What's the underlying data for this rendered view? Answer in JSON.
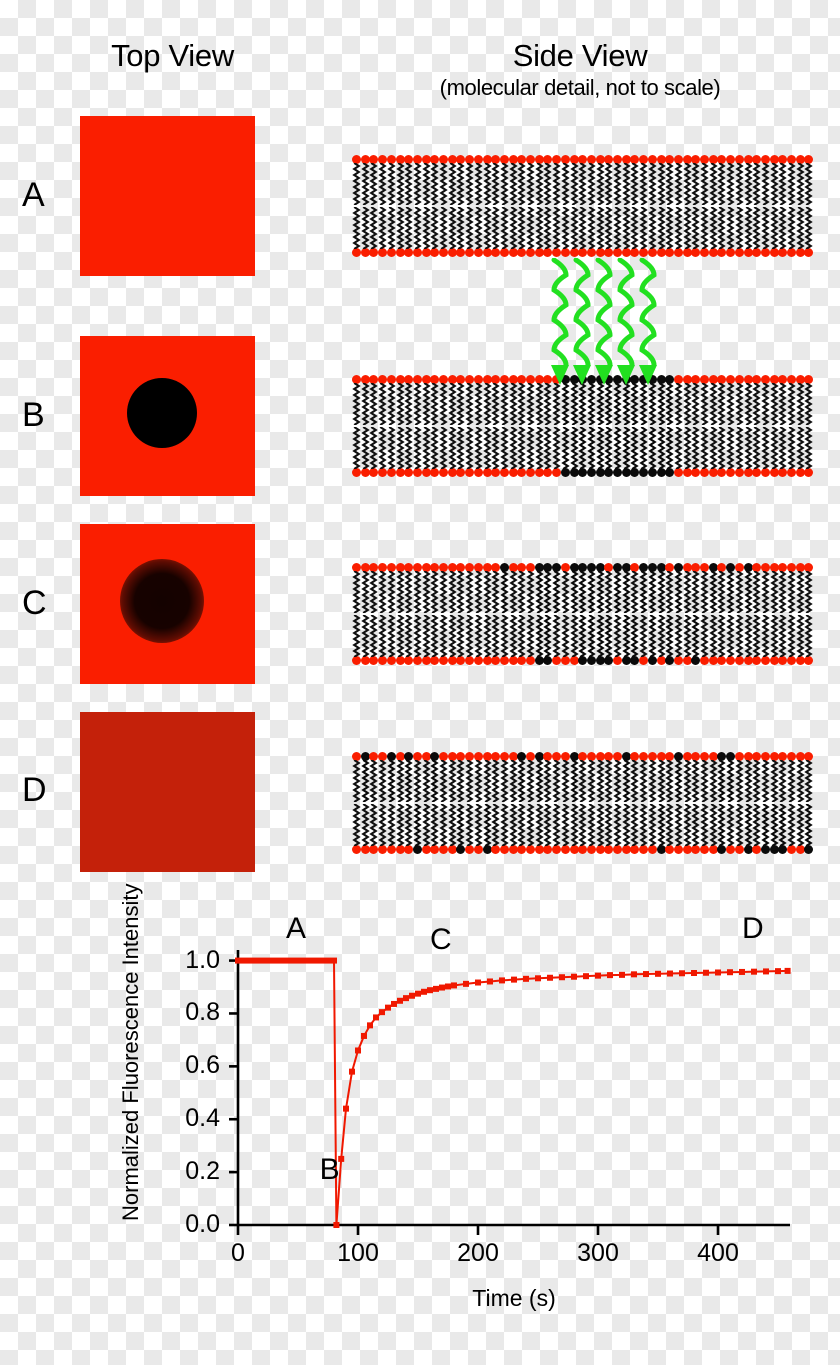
{
  "headers": {
    "top_view": "Top View",
    "side_view": "Side View",
    "side_view_sub": "(molecular detail, not to scale)"
  },
  "colors": {
    "lipid_head_red": "#FA1E00",
    "lipid_head_black": "#0A0A0A",
    "tail_black": "#111111",
    "square_bright_red": "#FA1E00",
    "square_recovered_red": "#C4210A",
    "bleach_spot_black": "#000000",
    "laser_green": "#22E020",
    "curve_red": "#F01800",
    "axis_black": "#000000"
  },
  "rows": [
    {
      "label": "A",
      "state": "pre-bleach",
      "top_view": {
        "square_color": "#FA1E00",
        "spot": "none"
      },
      "membrane": {
        "bleached_mode": "none",
        "laser": false
      }
    },
    {
      "label": "B",
      "state": "bleaching",
      "top_view": {
        "square_color": "#FA1E00",
        "spot": "sharp-black-circle"
      },
      "membrane": {
        "bleached_mode": "center-patch",
        "laser": true
      }
    },
    {
      "label": "C",
      "state": "recovering",
      "top_view": {
        "square_color": "#FA1E00",
        "spot": "blurred-dark-circle"
      },
      "membrane": {
        "bleached_mode": "diffusing",
        "laser": false
      }
    },
    {
      "label": "D",
      "state": "recovered",
      "top_view": {
        "square_color": "#C4210A",
        "spot": "none"
      },
      "membrane": {
        "bleached_mode": "uniform-mixed",
        "laser": false
      }
    }
  ],
  "laser": {
    "name": "bleaching-laser",
    "arrow_count": 5,
    "direction": "down"
  },
  "chart_data": {
    "type": "line",
    "title": "",
    "xlabel": "Time (s)",
    "ylabel": "Normalized Fluorescence Intensity",
    "xlim": [
      0,
      460
    ],
    "ylim": [
      0.0,
      1.04
    ],
    "xticks": [
      0,
      100,
      200,
      300,
      400
    ],
    "xticklabels": [
      "0",
      "100",
      "200",
      "300",
      "400"
    ],
    "yticks": [
      0.0,
      0.2,
      0.4,
      0.6,
      0.8,
      1.0
    ],
    "yticklabels": [
      "0.0",
      "0.2",
      "0.4",
      "0.6",
      "0.8",
      "1.0"
    ],
    "grid": false,
    "legend": false,
    "marker": "square",
    "annotations": [
      {
        "text": "A",
        "x": 40,
        "y": 1.08
      },
      {
        "text": "B",
        "x": 68,
        "y": 0.13
      },
      {
        "text": "C",
        "x": 160,
        "y": 1.0
      },
      {
        "text": "D",
        "x": 420,
        "y": 1.08
      }
    ],
    "series": [
      {
        "name": "Normalized fluorescence intensity",
        "x": [
          0,
          5,
          10,
          15,
          20,
          25,
          30,
          35,
          40,
          45,
          50,
          55,
          60,
          65,
          70,
          75,
          80,
          82,
          86,
          90,
          95,
          100,
          105,
          110,
          115,
          120,
          125,
          130,
          135,
          140,
          145,
          150,
          155,
          160,
          165,
          170,
          175,
          180,
          190,
          200,
          210,
          220,
          230,
          240,
          250,
          260,
          270,
          280,
          290,
          300,
          310,
          320,
          330,
          340,
          350,
          360,
          370,
          380,
          390,
          400,
          410,
          420,
          430,
          440,
          450,
          458
        ],
        "y": [
          1.0,
          1.0,
          1.0,
          1.0,
          1.0,
          1.0,
          1.0,
          1.0,
          1.0,
          1.0,
          1.0,
          1.0,
          1.0,
          1.0,
          1.0,
          1.0,
          1.0,
          0.0,
          0.25,
          0.44,
          0.58,
          0.66,
          0.715,
          0.755,
          0.785,
          0.805,
          0.822,
          0.836,
          0.848,
          0.858,
          0.867,
          0.875,
          0.882,
          0.888,
          0.893,
          0.898,
          0.902,
          0.906,
          0.912,
          0.917,
          0.921,
          0.925,
          0.928,
          0.931,
          0.933,
          0.935,
          0.937,
          0.939,
          0.941,
          0.943,
          0.945,
          0.946,
          0.948,
          0.949,
          0.95,
          0.951,
          0.952,
          0.953,
          0.954,
          0.955,
          0.956,
          0.957,
          0.958,
          0.959,
          0.96,
          0.961
        ]
      }
    ]
  }
}
